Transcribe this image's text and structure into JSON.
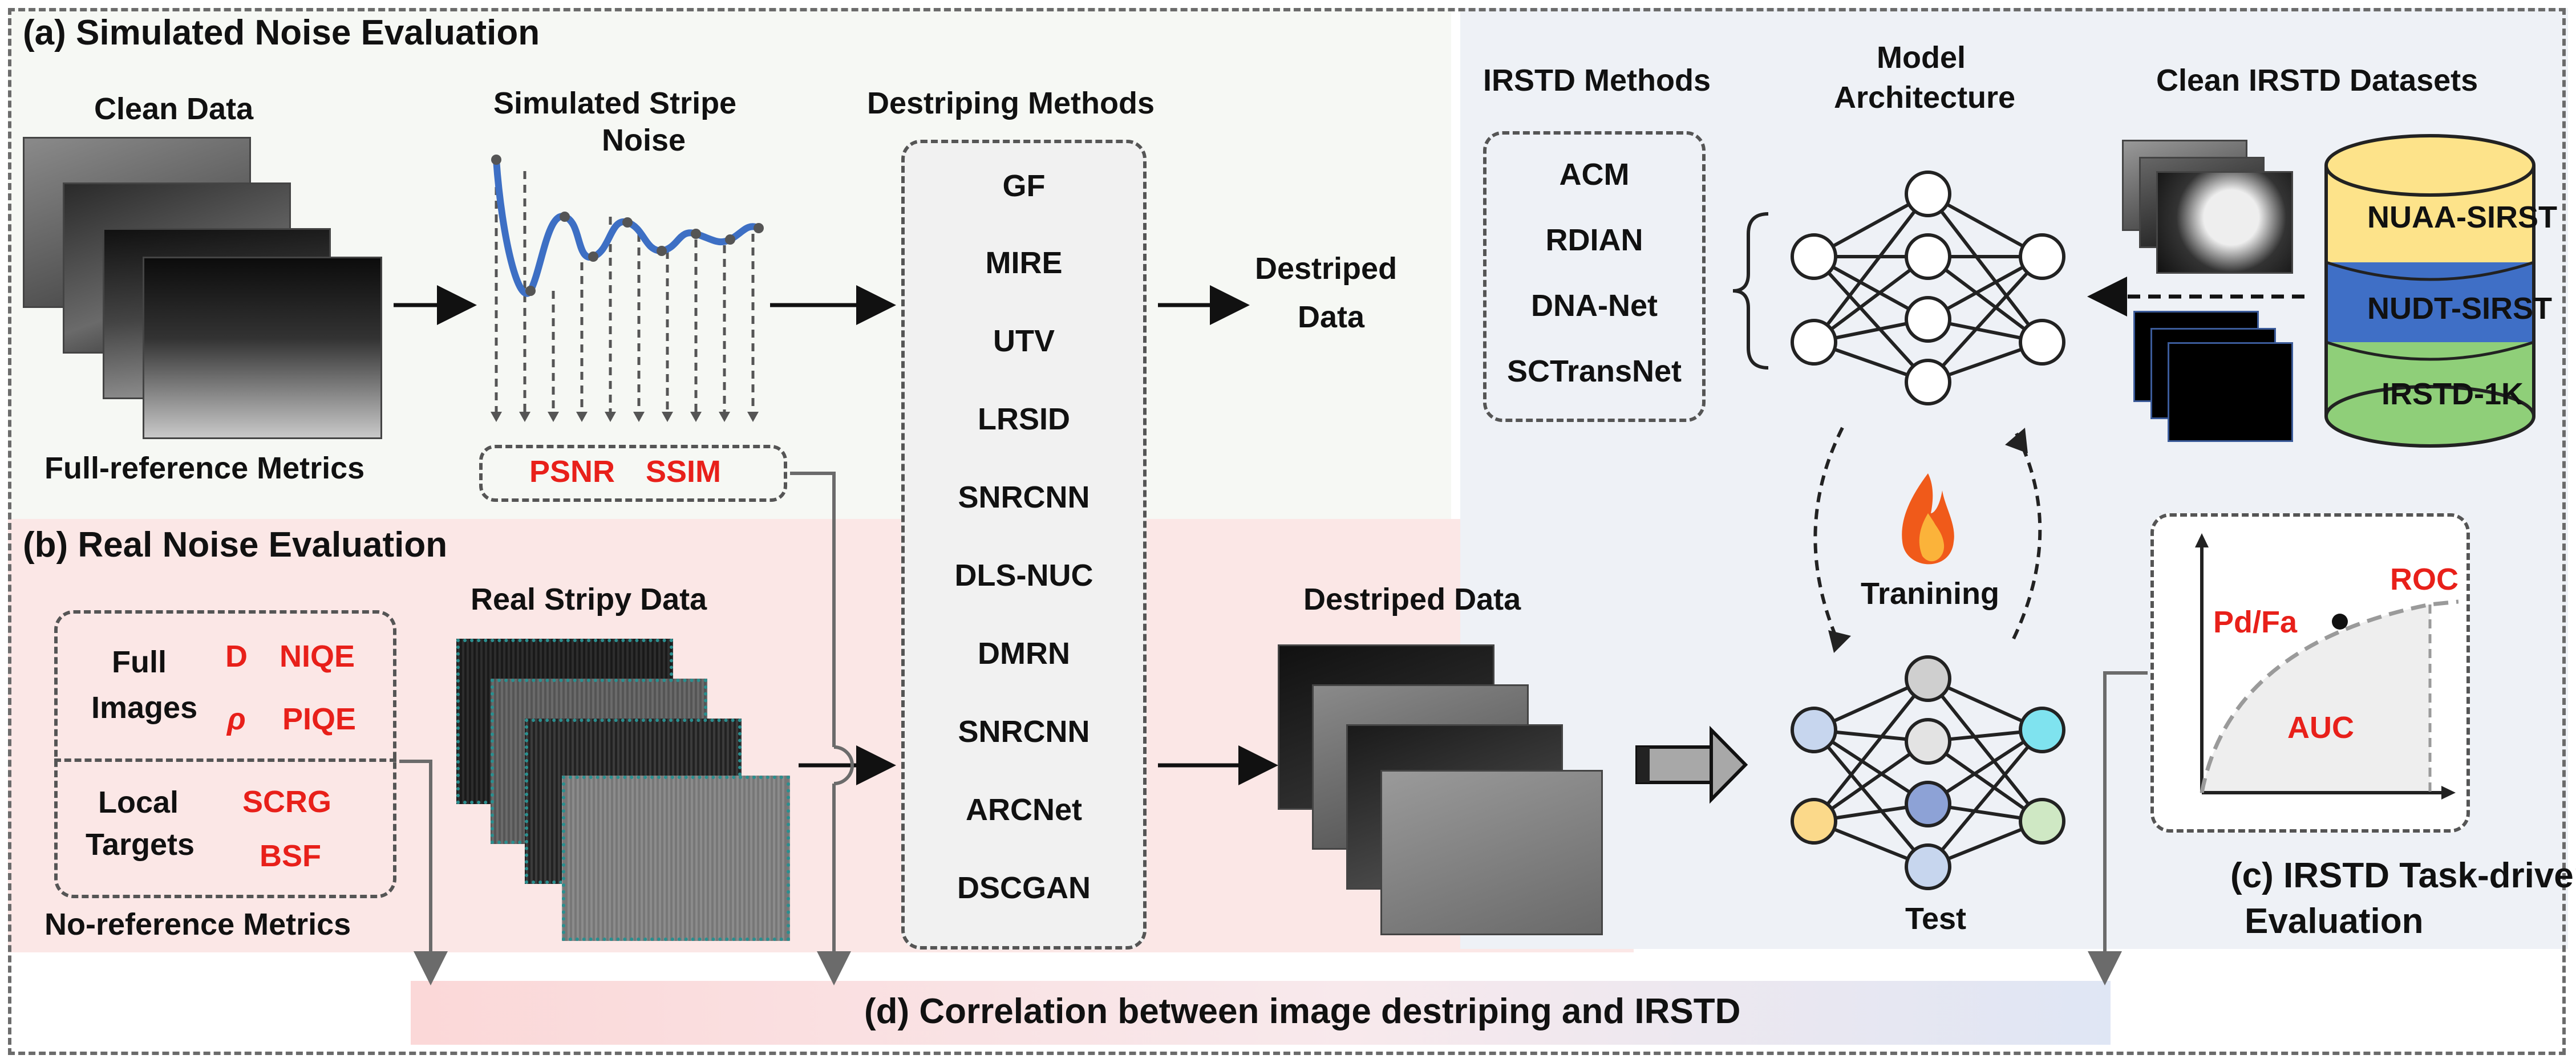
{
  "sections": {
    "a": "(a) Simulated Noise Evaluation",
    "b": "(b) Real Noise Evaluation",
    "c_line1": "(c) IRSTD Task-driven",
    "c_line2": "Evaluation",
    "d": "(d) Correlation between image destriping and IRSTD"
  },
  "panel_a": {
    "clean_data": "Clean Data",
    "stripe_title_1": "Simulated Stripe",
    "stripe_title_2": "Noise",
    "full_ref": "Full-reference Metrics",
    "metric1": "PSNR",
    "metric2": "SSIM",
    "destriped_1": "Destriped",
    "destriped_2": "Data"
  },
  "destriping": {
    "title": "Destriping Methods",
    "methods": [
      "GF",
      "MIRE",
      "UTV",
      "LRSID",
      "SNRCNN",
      "DLS-NUC",
      "DMRN",
      "SNRCNN",
      "ARCNet",
      "DSCGAN"
    ]
  },
  "panel_b": {
    "full_1": "Full",
    "full_2": "Images",
    "local_1": "Local",
    "local_2": "Targets",
    "m_d": "D",
    "m_niqe": "NIQE",
    "m_rho": "ρ",
    "m_piqe": "PIQE",
    "m_scrg": "SCRG",
    "m_bsf": "BSF",
    "no_ref": "No-reference Metrics",
    "real_stripy": "Real Stripy Data",
    "destriped": "Destriped Data"
  },
  "panel_c": {
    "irstd_methods_title": "IRSTD Methods",
    "irstd_methods": [
      "ACM",
      "RDIAN",
      "DNA-Net",
      "SCTransNet"
    ],
    "model_arch_1": "Model",
    "model_arch_2": "Architecture",
    "datasets_title": "Clean IRSTD Datasets",
    "datasets": [
      {
        "name": "NUAA-SIRST",
        "color": "#fde38a"
      },
      {
        "name": "NUDT-SIRST",
        "color": "#3f6fc6"
      },
      {
        "name": "IRSTD-1K",
        "color": "#8fcf79"
      }
    ],
    "training": "Tranining",
    "test": "Test",
    "roc": "ROC",
    "pdfa": "Pd/Fa",
    "auc": "AUC"
  }
}
